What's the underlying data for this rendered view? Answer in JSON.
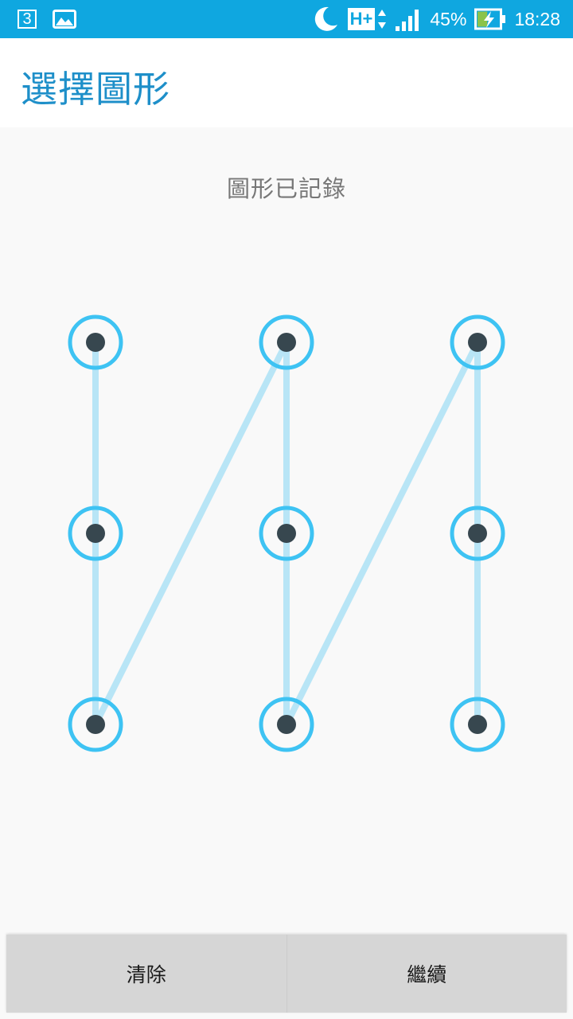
{
  "status_bar": {
    "notification_number": "3",
    "icons": [
      "image-icon",
      "moon-icon",
      "network-hplus-icon",
      "signal-icon",
      "battery-charging-icon"
    ],
    "network_type": "H+",
    "battery_percent": "45%",
    "battery_level": 45,
    "time": "18:28"
  },
  "app_bar": {
    "title": "選擇圖形"
  },
  "pattern": {
    "hint": "圖形已記錄",
    "sequence": [
      0,
      3,
      6,
      1,
      4,
      7,
      2,
      5,
      8
    ],
    "grid_size": 3
  },
  "colors": {
    "status_bar": "#0fa7e0",
    "title": "#1e8fc9",
    "ring": "#3ec3f3",
    "line": "#b8e5f6",
    "dot": "#37474f",
    "button_bar": "#d6d6d6"
  },
  "buttons": {
    "clear": "清除",
    "continue": "繼續"
  }
}
